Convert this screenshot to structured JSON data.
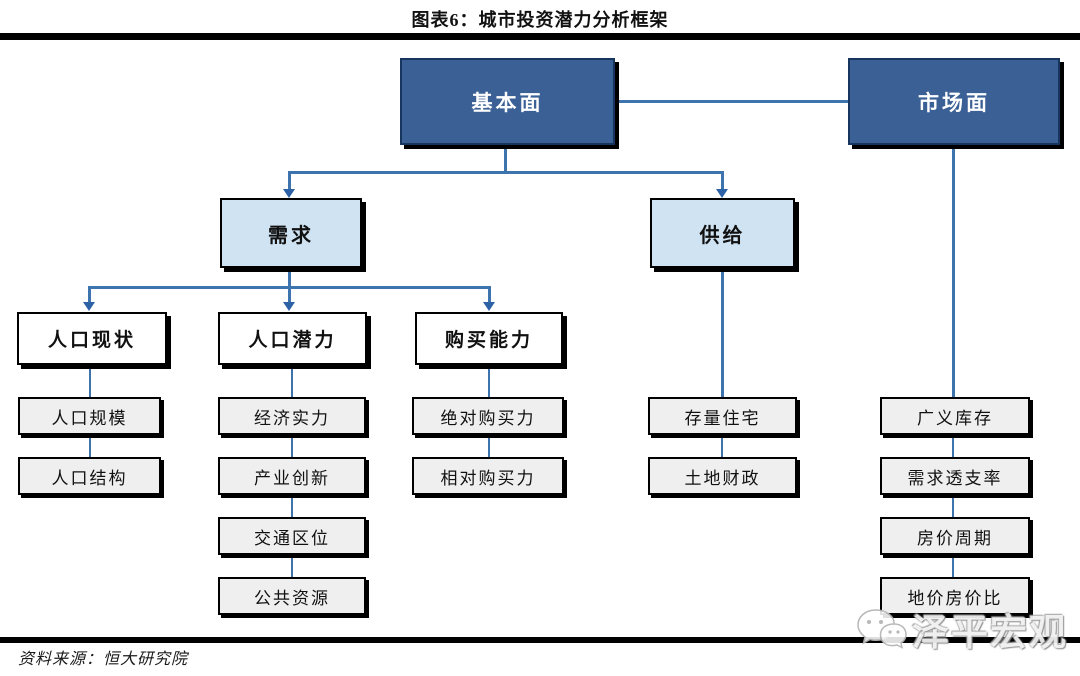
{
  "title": "图表6：城市投资潜力分析框架",
  "footer": {
    "source_note": "资料来源：恒大研究院"
  },
  "watermark": {
    "text": "泽平宏观",
    "logo": "chat-bubbles-icon"
  },
  "colors": {
    "dark_box": "#3a6095",
    "light_box": "#cfe3f3",
    "white_box": "#ffffff",
    "small_box": "#efefef",
    "connector": "#3e74ae",
    "arrow": "#2e62a6",
    "bar": "#000000"
  },
  "nodes": {
    "fundamental": {
      "label": "基本面",
      "parent": null
    },
    "market": {
      "label": "市场面",
      "parent": null
    },
    "demand": {
      "label": "需求",
      "parent": "fundamental"
    },
    "supply": {
      "label": "供给",
      "parent": "fundamental"
    },
    "pop_status": {
      "label": "人口现状",
      "parent": "demand"
    },
    "pop_potential": {
      "label": "人口潜力",
      "parent": "demand"
    },
    "purchase_power": {
      "label": "购买能力",
      "parent": "demand"
    },
    "pop_scale": {
      "label": "人口规模",
      "parent": "pop_status"
    },
    "pop_structure": {
      "label": "人口结构",
      "parent": "pop_status"
    },
    "econ_strength": {
      "label": "经济实力",
      "parent": "pop_potential"
    },
    "industry_innovation": {
      "label": "产业创新",
      "parent": "pop_potential"
    },
    "transport_location": {
      "label": "交通区位",
      "parent": "pop_potential"
    },
    "public_resources": {
      "label": "公共资源",
      "parent": "pop_potential"
    },
    "absolute_power": {
      "label": "绝对购买力",
      "parent": "purchase_power"
    },
    "relative_power": {
      "label": "相对购买力",
      "parent": "purchase_power"
    },
    "housing_stock": {
      "label": "存量住宅",
      "parent": "supply"
    },
    "land_finance": {
      "label": "土地财政",
      "parent": "supply"
    },
    "broad_inventory": {
      "label": "广义库存",
      "parent": "market"
    },
    "demand_overdraft": {
      "label": "需求透支率",
      "parent": "market"
    },
    "price_cycle": {
      "label": "房价周期",
      "parent": "market"
    },
    "land_price_ratio": {
      "label": "地价房价比",
      "parent": "market"
    }
  }
}
